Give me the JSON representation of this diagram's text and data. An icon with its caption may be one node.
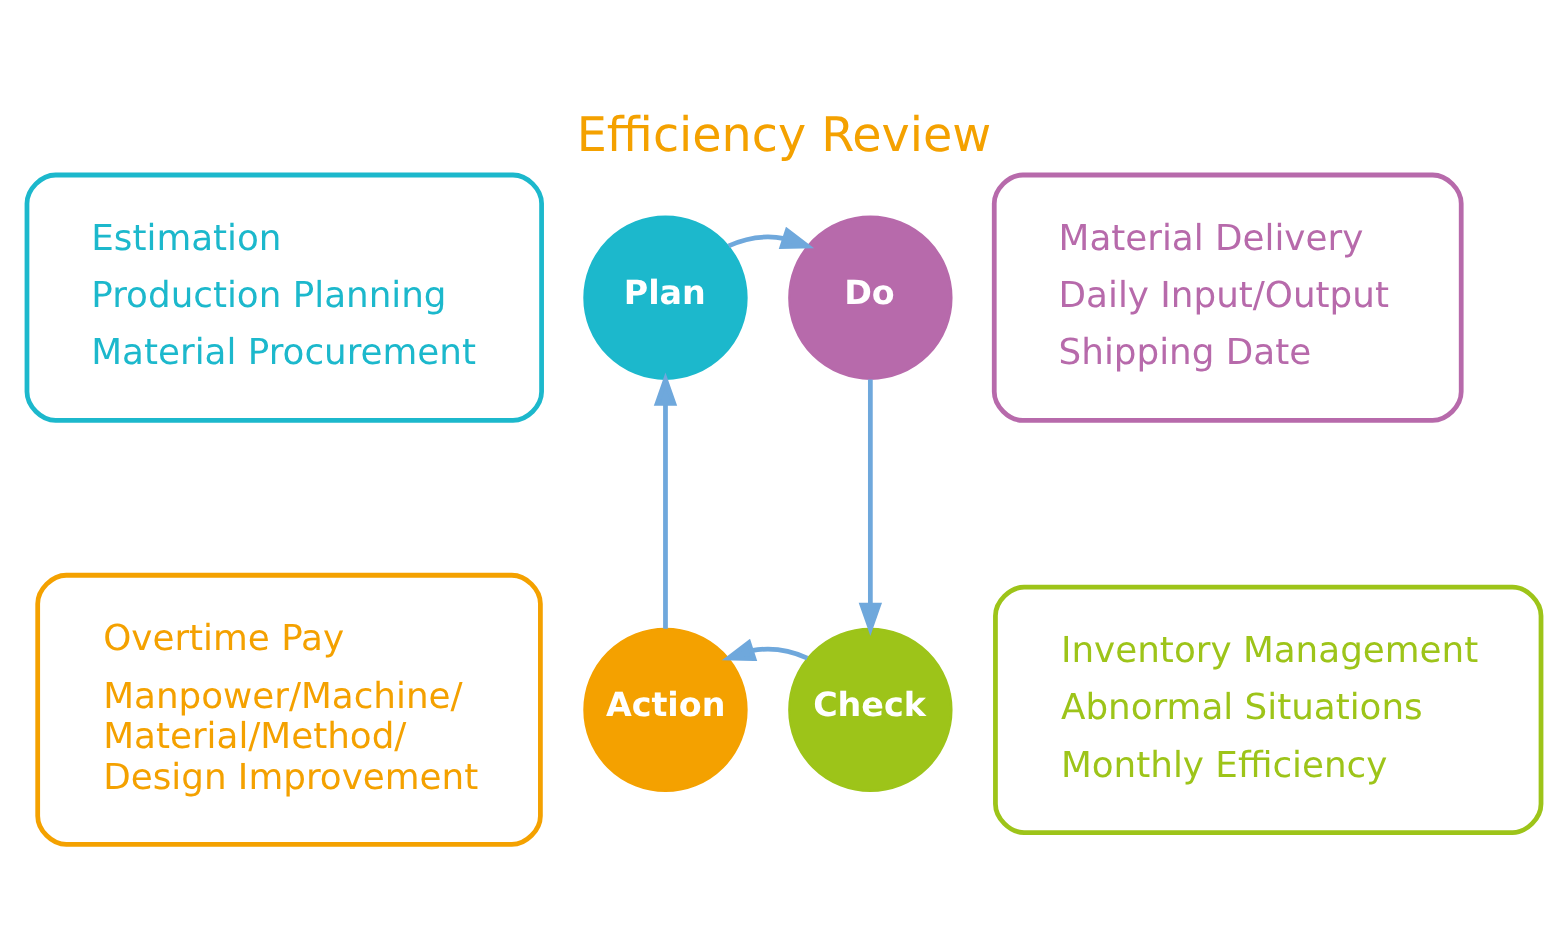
{
  "diagram": {
    "title": "Efficiency Review",
    "nodes": [
      {
        "text": [
          "Estimation",
          "Production Planning",
          "Material Procurement"
        ]
      },
      {
        "text": [
          "Plan"
        ]
      },
      {
        "text": [
          "Do"
        ]
      },
      {
        "text": [
          "Material Delivery",
          "Daily Input/Output",
          "Shipping Date"
        ]
      },
      {
        "text": [
          "Overtime Pay",
          "Manpower/Machine/ Material/Method/ Design Improvement"
        ]
      },
      {
        "text": [
          "Action"
        ]
      },
      {
        "text": [
          "Check"
        ]
      },
      {
        "text": [
          "Inventory Management",
          "Abnormal Situations",
          "Monthly Efficiency"
        ]
      }
    ],
    "edges": [
      {
        "from": 1,
        "to": 2,
        "arrow": "to"
      },
      {
        "from": 2,
        "to": 6,
        "arrow": "to"
      },
      {
        "from": 6,
        "to": 5,
        "arrow": "to"
      },
      {
        "from": 5,
        "to": 1,
        "arrow": "to"
      }
    ]
  }
}
